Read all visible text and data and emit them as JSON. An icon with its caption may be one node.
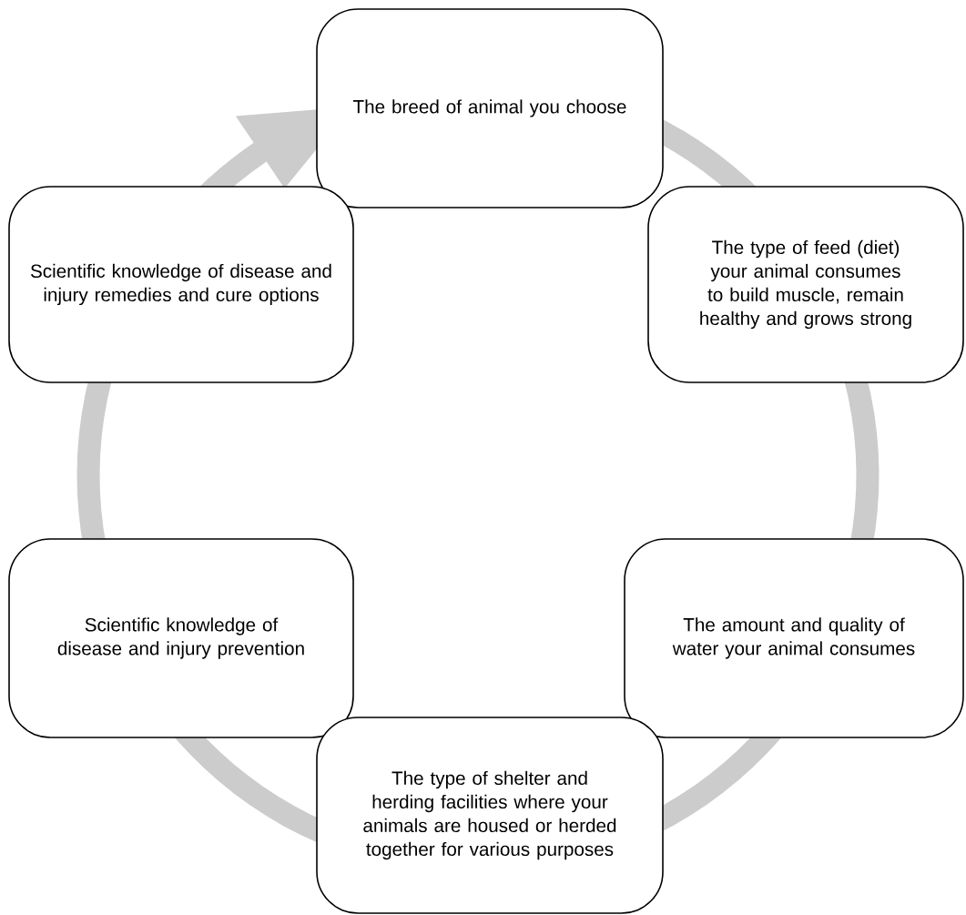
{
  "diagram": {
    "nodes": [
      {
        "text": [
          "The breed of animal you choose"
        ]
      },
      {
        "text": [
          "Scientific knowledge of disease and injury remedies and cure options"
        ]
      },
      {
        "text": [
          "The type of feed (diet) your animal consumes to build muscle, remain healthy and grows strong"
        ]
      },
      {
        "text": [
          "Scientific knowledge of disease and injury prevention"
        ]
      },
      {
        "text": [
          "The amount and quality of water your animal consumes"
        ]
      },
      {
        "text": [
          "The type of shelter and herding facilities where your animals are housed or herded together for various purposes"
        ]
      }
    ]
  }
}
